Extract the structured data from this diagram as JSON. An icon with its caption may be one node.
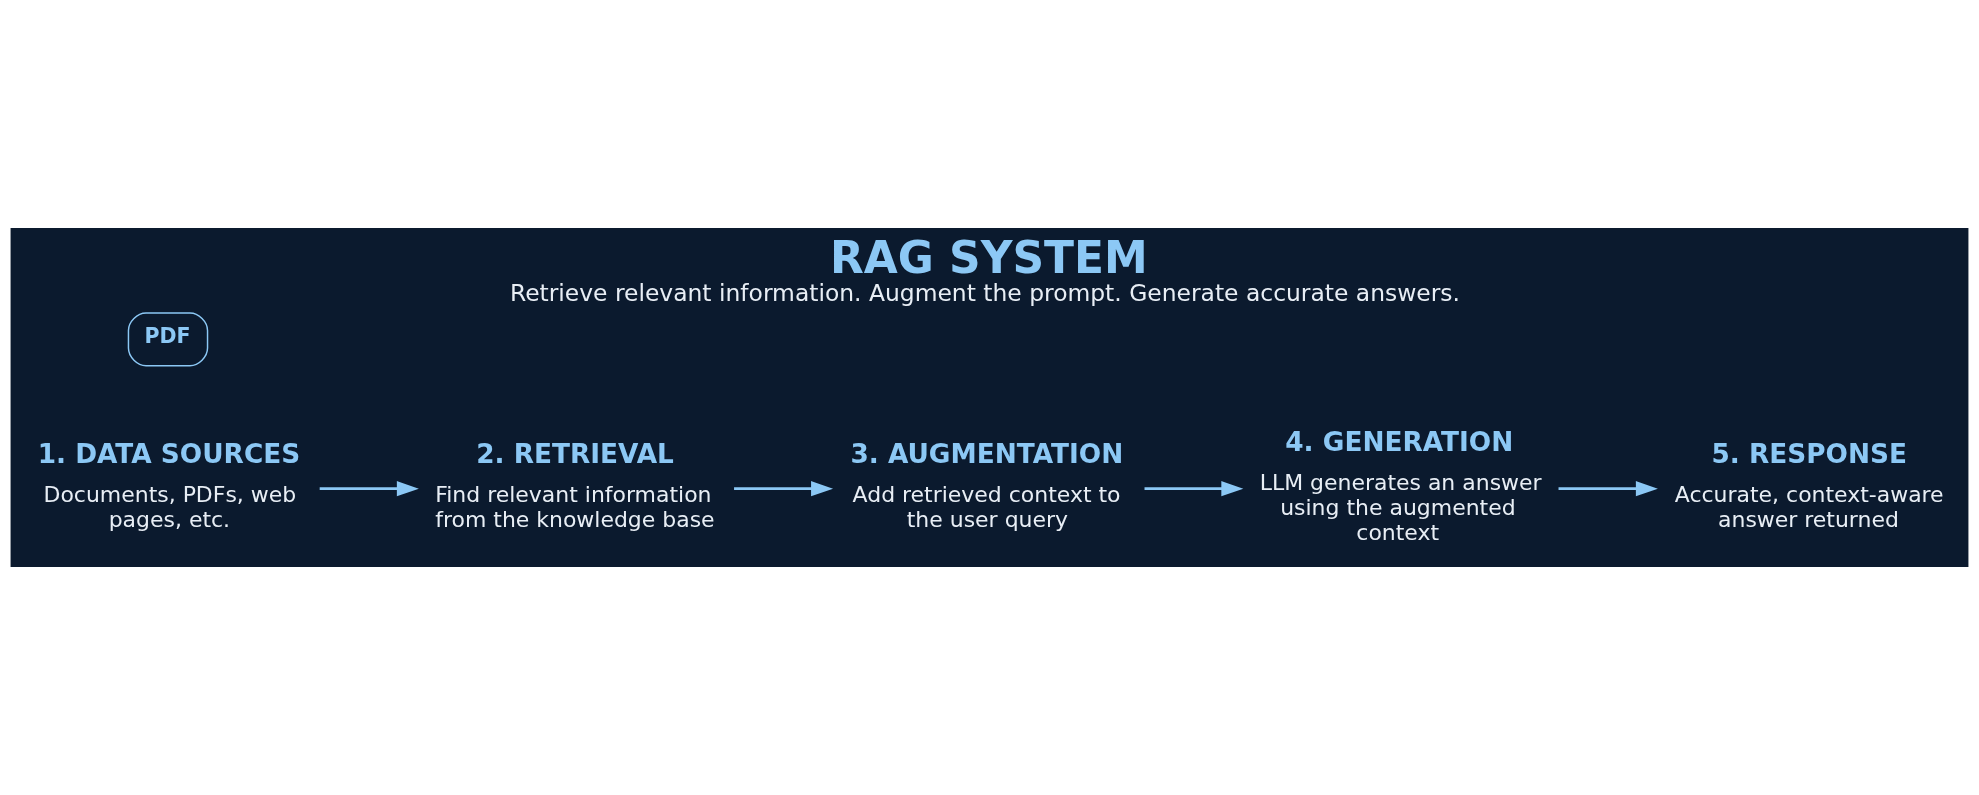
{
  "diagram": {
    "title": "RAG SYSTEM",
    "caption": "Retrieve relevant information. Augment the prompt. Generate accurate answers.",
    "nodes": [
      {
        "text": [
          "1. DATA SOURCES",
          "Documents, PDFs, web pages, etc."
        ]
      },
      {
        "text": [
          "2. RETRIEVAL",
          "Find relevant information from the knowledge base"
        ]
      },
      {
        "text": [
          "3. AUGMENTATION",
          "Add retrieved context to the user query"
        ]
      },
      {
        "text": [
          "4. GENERATION",
          "LLM generates an answer using the augmented context"
        ]
      },
      {
        "text": [
          "5. RESPONSE",
          "Accurate, context-aware answer returned"
        ]
      }
    ],
    "edges": [
      {
        "from": 0,
        "to": 1,
        "arrow": "to"
      },
      {
        "from": 1,
        "to": 2,
        "arrow": "to"
      },
      {
        "from": 2,
        "to": 3,
        "arrow": "to"
      },
      {
        "from": 3,
        "to": 4,
        "arrow": "to"
      }
    ],
    "labels": [
      "PDF"
    ]
  }
}
